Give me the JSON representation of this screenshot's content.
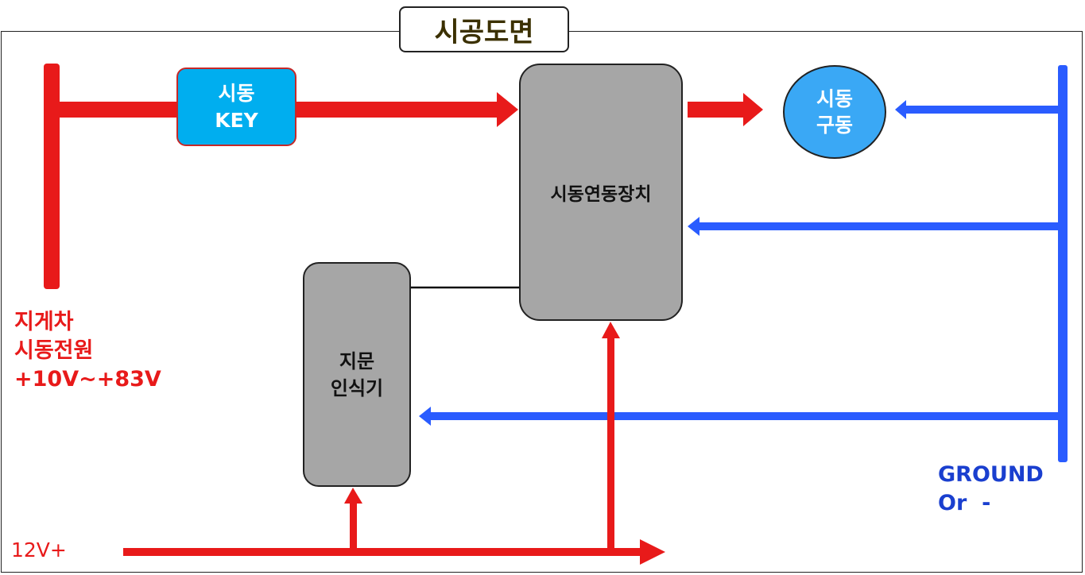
{
  "title": "시공도면",
  "nodes": {
    "start_key": {
      "line1": "시동",
      "line2": "KEY"
    },
    "interlock_device": {
      "label": "시동연동장치"
    },
    "start_drive": {
      "line1": "시동",
      "line2": "구동"
    },
    "fingerprint_reader": {
      "line1": "지문",
      "line2": "인식기"
    }
  },
  "labels": {
    "power_source": {
      "line1": "지게차",
      "line2": "시동전원",
      "line3": "+10V~+83V"
    },
    "ground": {
      "line1": "GROUND",
      "line2": "Or  -"
    },
    "supply_12v": "12V+"
  },
  "colors": {
    "power": "#e81a1a",
    "ground": "#2a5cff",
    "key": "#00aeef",
    "drive": "#3aa8f5",
    "device": "#a6a6a6",
    "title_text": "#3b3000"
  }
}
